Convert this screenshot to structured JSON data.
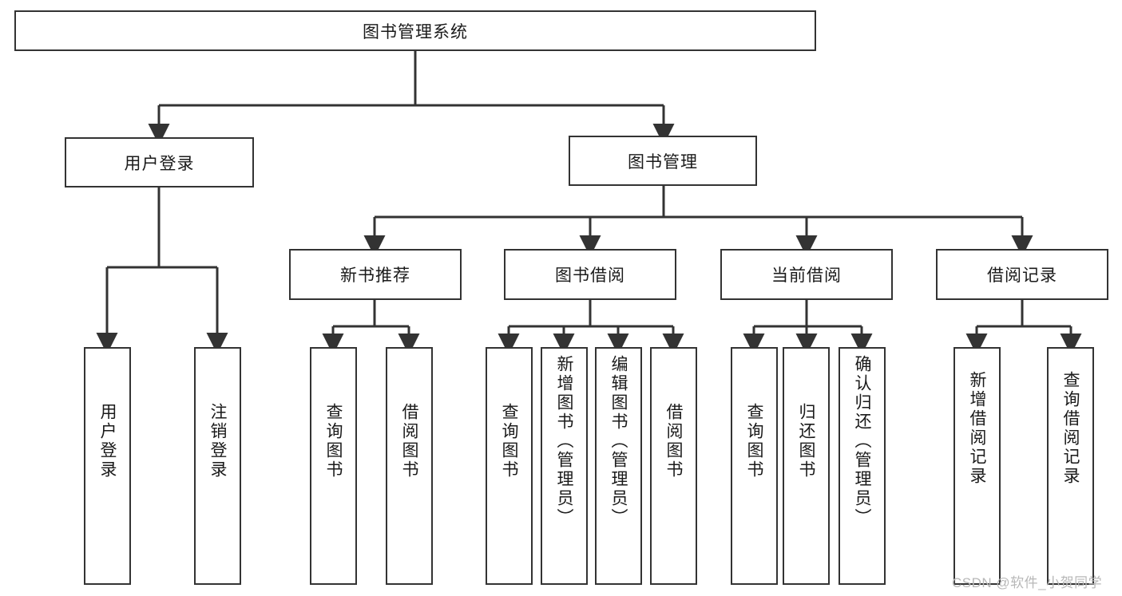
{
  "diagram": {
    "title": "图书管理系统",
    "type": "hierarchy-tree",
    "watermark": "CSDN @软件_小贺同学",
    "colors": {
      "box_border": "#333333",
      "box_fill": "#ffffff",
      "connector": "#333333",
      "text": "#1a1a1a",
      "watermark": "#b8b8b8"
    },
    "levels": [
      {
        "level": 1,
        "nodes": [
          {
            "id": "root",
            "label": "图书管理系统",
            "orientation": "horizontal"
          }
        ]
      },
      {
        "level": 2,
        "nodes": [
          {
            "id": "user-login",
            "label": "用户登录",
            "orientation": "horizontal",
            "parent": "root"
          },
          {
            "id": "book-manage",
            "label": "图书管理",
            "orientation": "horizontal",
            "parent": "root"
          }
        ]
      },
      {
        "level": 3,
        "nodes": [
          {
            "id": "new-book-rec",
            "label": "新书推荐",
            "orientation": "horizontal",
            "parent": "book-manage"
          },
          {
            "id": "book-borrow",
            "label": "图书借阅",
            "orientation": "horizontal",
            "parent": "book-manage"
          },
          {
            "id": "current-borrow",
            "label": "当前借阅",
            "orientation": "horizontal",
            "parent": "book-manage"
          },
          {
            "id": "borrow-record",
            "label": "借阅记录",
            "orientation": "horizontal",
            "parent": "book-manage"
          }
        ]
      },
      {
        "level": 4,
        "nodes": [
          {
            "id": "leaf-user-login",
            "label": "用户登录",
            "orientation": "vertical",
            "parent": "user-login"
          },
          {
            "id": "leaf-user-logout",
            "label": "注销登录",
            "orientation": "vertical",
            "parent": "user-login"
          },
          {
            "id": "leaf-query-book-1",
            "label": "查询图书",
            "orientation": "vertical",
            "parent": "new-book-rec"
          },
          {
            "id": "leaf-borrow-book-1",
            "label": "借阅图书",
            "orientation": "vertical",
            "parent": "new-book-rec"
          },
          {
            "id": "leaf-query-book-2",
            "label": "查询图书",
            "orientation": "vertical",
            "parent": "book-borrow"
          },
          {
            "id": "leaf-add-book",
            "label": "新增图书（管理员）",
            "orientation": "vertical",
            "parent": "book-borrow"
          },
          {
            "id": "leaf-edit-book",
            "label": "编辑图书（管理员）",
            "orientation": "vertical",
            "parent": "book-borrow"
          },
          {
            "id": "leaf-borrow-book-2",
            "label": "借阅图书",
            "orientation": "vertical",
            "parent": "book-borrow"
          },
          {
            "id": "leaf-query-book-3",
            "label": "查询图书",
            "orientation": "vertical",
            "parent": "current-borrow"
          },
          {
            "id": "leaf-return-book",
            "label": "归还图书",
            "orientation": "vertical",
            "parent": "current-borrow"
          },
          {
            "id": "leaf-confirm-return",
            "label": "确认归还（管理员）",
            "orientation": "vertical",
            "parent": "current-borrow"
          },
          {
            "id": "leaf-add-record",
            "label": "新增借阅记录",
            "orientation": "vertical",
            "parent": "borrow-record"
          },
          {
            "id": "leaf-query-record",
            "label": "查询借阅记录",
            "orientation": "vertical",
            "parent": "borrow-record"
          }
        ]
      }
    ]
  }
}
